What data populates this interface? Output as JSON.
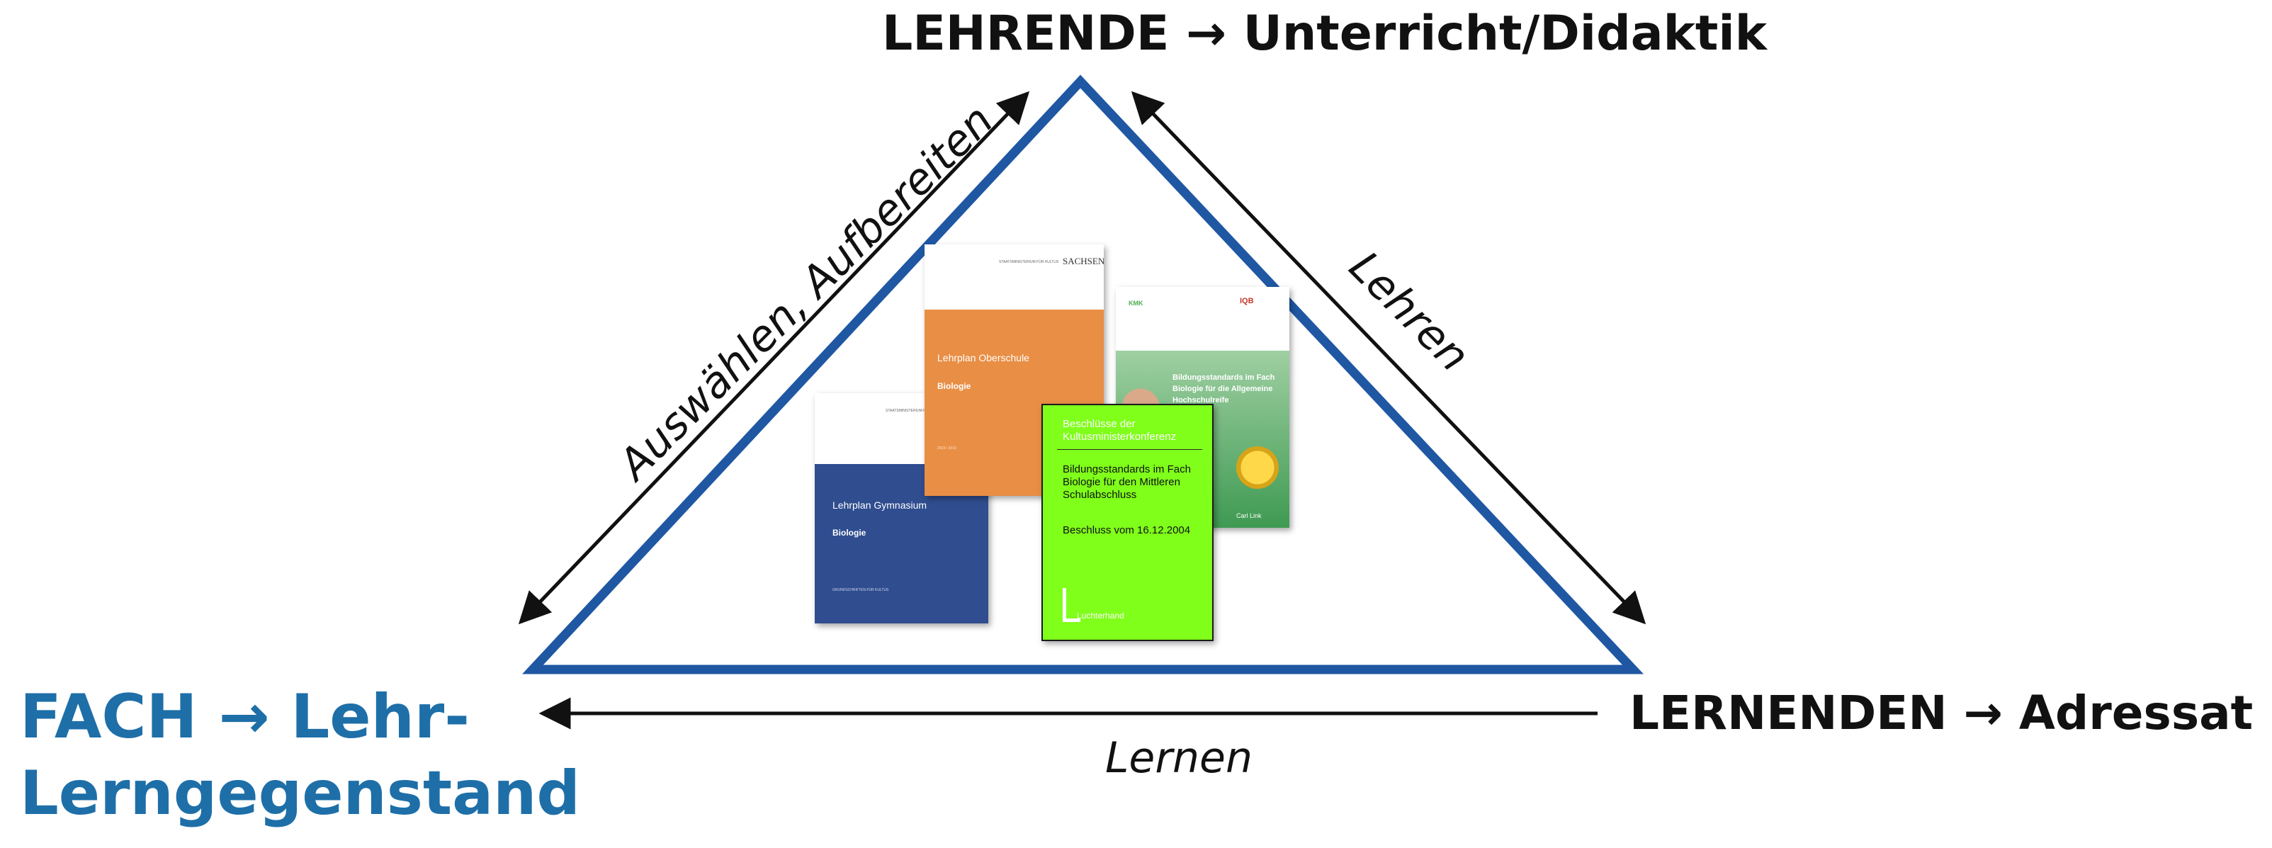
{
  "top_vertex": {
    "role": "LEHRENDE",
    "arrow": "→",
    "focus": "Unterricht/Didaktik"
  },
  "right_vertex": {
    "role": "LERNENDEN",
    "arrow": "→",
    "focus": "Adressat"
  },
  "left_vertex": {
    "line1": "FACH → Lehr-",
    "line2": "Lerngegenstand"
  },
  "edges": {
    "left": "Auswählen, Aufbereiten",
    "right": "Lehren",
    "bottom": "Lernen"
  },
  "colors": {
    "triangle": "#1f57a3",
    "fach": "#1e6fa8",
    "text": "#111111"
  },
  "documents": {
    "gymnasium": {
      "header": "STAATSMINISTERIUM FÜR KULTUS",
      "title": "Lehrplan Gymnasium",
      "subject": "Biologie",
      "footer": "GRUNDSCHRIFTEN FÜR KULTUS"
    },
    "oberschule": {
      "header": "STAATSMINISTERIUM FÜR KULTUS",
      "logo": "SACHSEN",
      "title": "Lehrplan Oberschule",
      "subject": "Biologie",
      "footer": "2019 • 2019"
    },
    "ahr": {
      "logo_left": "KMK",
      "logo_right": "IQB",
      "title": "Bildungsstandards im Fach Biologie für die Allgemeine Hochschulreife",
      "author": "Carl Link"
    },
    "kmk": {
      "header": "Beschlüsse der Kultusministerkonferenz",
      "body": "Bildungsstandards im Fach Biologie für den Mittleren Schulabschluss",
      "date": "Beschluss vom 16.12.2004",
      "publisher": "Luchterhand"
    }
  }
}
